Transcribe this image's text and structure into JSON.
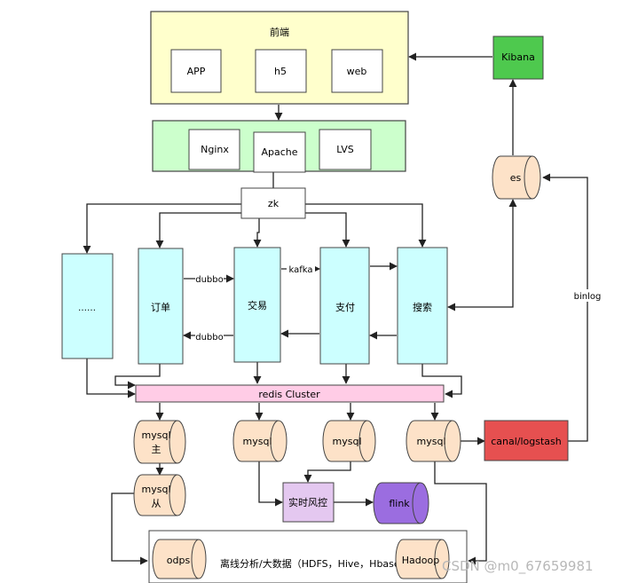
{
  "frontend": {
    "title": "前端",
    "items": [
      "APP",
      "h5",
      "web"
    ]
  },
  "proxy": {
    "items": [
      "Nginx",
      "Apache",
      "LVS"
    ]
  },
  "zk": "zk",
  "services": {
    "more": "……",
    "order": "订单",
    "trade": "交易",
    "pay": "支付",
    "search": "搜索"
  },
  "edges": {
    "dubbo_top": "dubbo",
    "dubbo_bottom": "dubbo",
    "kafka": "kafka",
    "binlog": "binlog"
  },
  "redis": "redis Cluster",
  "db": {
    "master_line1": "mysql",
    "master_line2": "主",
    "slave_line1": "mysql",
    "slave_line2": "从",
    "m2": "mysql",
    "m3": "mysql",
    "m4": "mysql"
  },
  "risk": "实时风控",
  "flink": "flink",
  "canal": "canal/logstash",
  "es": "es",
  "kibana": "Kibana",
  "offline": {
    "odps": "odps",
    "label": "离线分析/大数据（HDFS，Hive，Hbase…）",
    "hadoop": "Hadoop"
  },
  "watermark": "CSDN @m0_67659981",
  "colors": {
    "frontend": "#ffffcc",
    "proxy": "#ccffcc",
    "service": "#ccffff",
    "redis": "#ffcce6",
    "db": "#fde2c8",
    "canal": "#e65050",
    "kibana": "#4ec94e",
    "flink": "#9b6de0",
    "risk": "#e4c8f0"
  }
}
